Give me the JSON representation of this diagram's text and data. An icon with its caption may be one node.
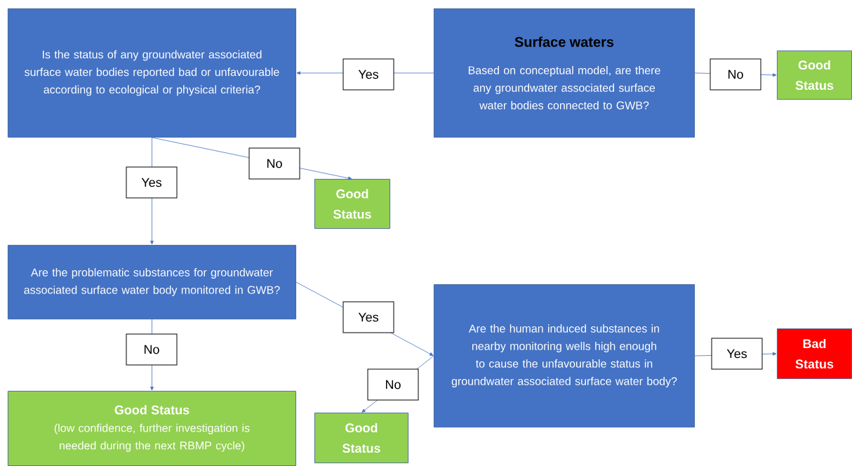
{
  "diagram": {
    "nodes": [
      {
        "text": [
          "Is the status of any groundwater associated surface water bodies reported bad or unfavourable according to ecological or physical criteria?"
        ]
      },
      {
        "text": [
          "Surface waters",
          "Based on conceptual model, are there any groundwater associated surface water bodies connected to GWB?"
        ]
      },
      {
        "text": [
          "Good Status"
        ]
      },
      {
        "text": [
          "Good Status"
        ]
      },
      {
        "text": [
          "Are the problematic substances for groundwater associated surface water body monitored in GWB?"
        ]
      },
      {
        "text": [
          "Are the human induced substances in nearby monitoring wells high enough to cause the unfavourable status in groundwater associated surface water body?"
        ]
      },
      {
        "text": [
          "Bad Status"
        ]
      },
      {
        "text": [
          "Good Status"
        ]
      },
      {
        "text": [
          "Good Status",
          "(low confidence, further investigation is needed during the next RBMP cycle)"
        ]
      }
    ],
    "edges": [
      {
        "from": 1,
        "to": 0,
        "arrow": "to",
        "label": "Yes"
      },
      {
        "from": 1,
        "to": 2,
        "arrow": "to",
        "label": "No"
      },
      {
        "from": 0,
        "to": 3,
        "arrow": "to",
        "label": "No"
      },
      {
        "from": 0,
        "to": 4,
        "arrow": "to",
        "label": "Yes"
      },
      {
        "from": 4,
        "to": 5,
        "arrow": "to",
        "label": "Yes"
      },
      {
        "from": 4,
        "to": 8,
        "arrow": "to",
        "label": "No"
      },
      {
        "from": 5,
        "to": 6,
        "arrow": "to",
        "label": "Yes"
      },
      {
        "from": 5,
        "to": 7,
        "arrow": "to",
        "label": "No"
      }
    ]
  }
}
